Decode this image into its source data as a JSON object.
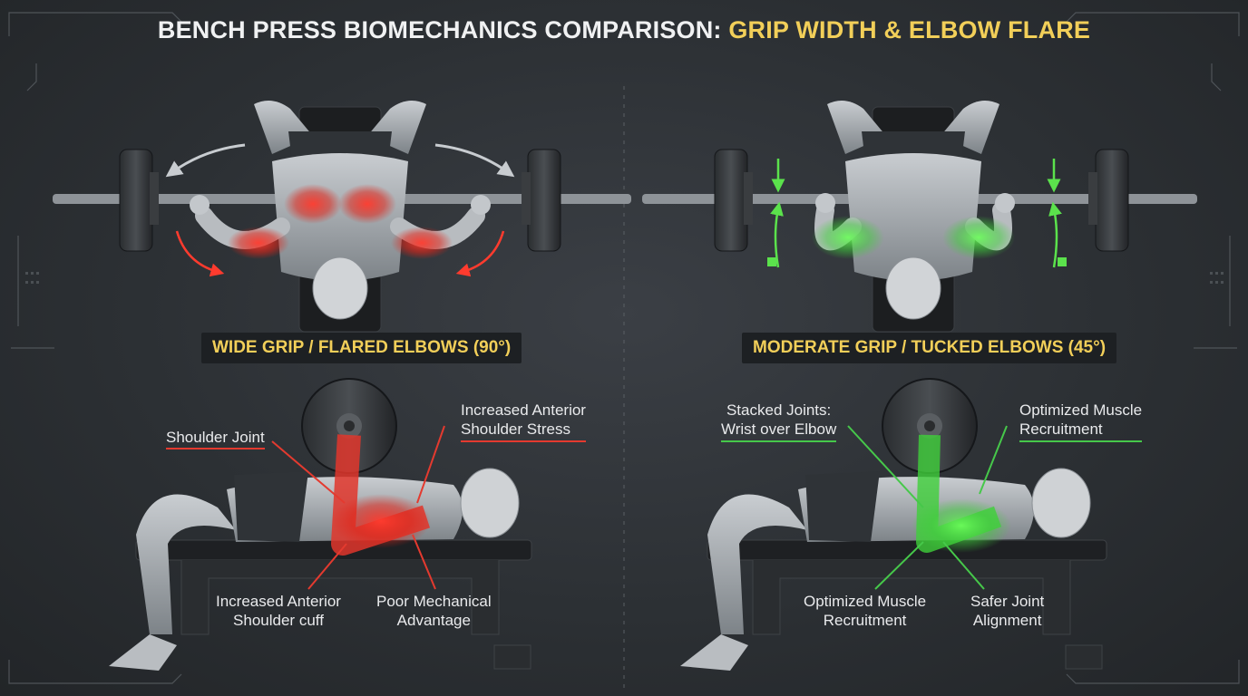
{
  "title": {
    "main": "BENCH PRESS BIOMECHANICS COMPARISON: ",
    "accent": "GRIP WIDTH & ELBOW FLARE"
  },
  "left_panel": {
    "banner": "WIDE GRIP / FLARED ELBOWS (90°)",
    "labels": {
      "shoulder_joint": "Shoulder Joint",
      "anterior_stress_1": "Increased Anterior",
      "anterior_stress_2": "Shoulder Stress",
      "anterior_cuff_1": "Increased Anterior",
      "anterior_cuff_2": "Shoulder cuff",
      "poor_mech_1": "Poor Mechanical",
      "poor_mech_2": "Advantage"
    },
    "highlight_color": "#e43a2f"
  },
  "right_panel": {
    "banner": "MODERATE GRIP / TUCKED ELBOWS (45°)",
    "labels": {
      "stacked_1": "Stacked Joints:",
      "stacked_2": "Wrist over Elbow",
      "optimized_top_1": "Optimized Muscle",
      "optimized_top_2": "Recruitment",
      "optimized_bottom_1": "Optimized Muscle",
      "optimized_bottom_2": "Recruitment",
      "safer_1": "Safer Joint",
      "safer_2": "Alignment"
    },
    "highlight_color": "#46c84a"
  },
  "colors": {
    "background": "#2c3034",
    "accent_yellow": "#f2cf59",
    "red": "#e43a2f",
    "green": "#46c84a"
  }
}
